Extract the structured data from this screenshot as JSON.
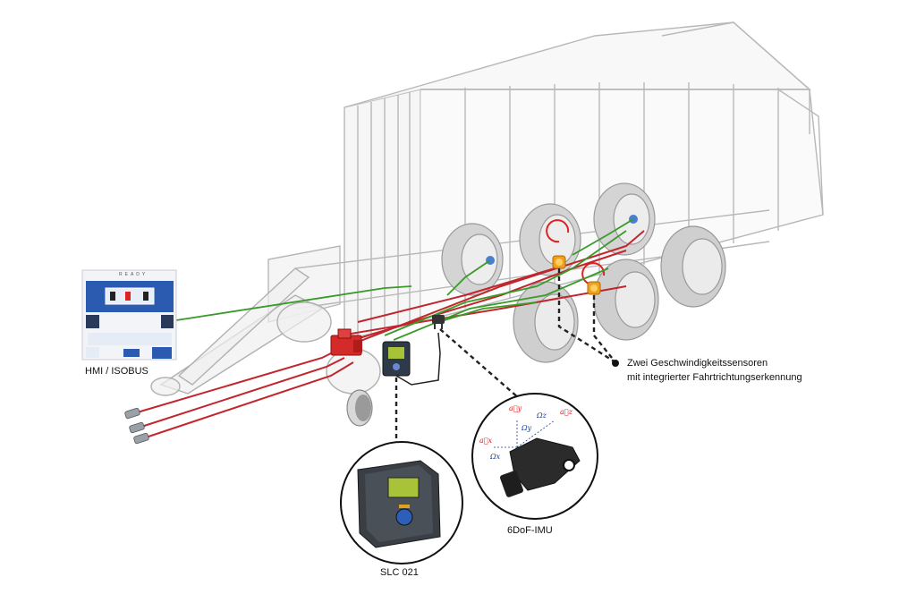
{
  "labels": {
    "hmi": "HMI / ISOBUS",
    "slc": "SLC 021",
    "imu": "6DoF-IMU",
    "speed_line1": "Zwei Geschwindigkeitssensoren",
    "speed_line2": "mit integrierter Fahrtrichtungserkennung"
  },
  "hmi_screen": {
    "status": "READY"
  },
  "imu_axes": {
    "ay": "a⃗y",
    "omega_y": "Ωy",
    "ax": "a⃗x",
    "omega_x": "Ωx",
    "omega_z": "Ωz",
    "az": "a⃗z"
  },
  "colors": {
    "can_line": "#3a9a2a",
    "hydraulic_line": "#c0262c",
    "valve_block": "#d42a2a",
    "sensor": "#f0a020",
    "controller_screen": "#a8c23a",
    "trailer": "#b8b8b8"
  }
}
